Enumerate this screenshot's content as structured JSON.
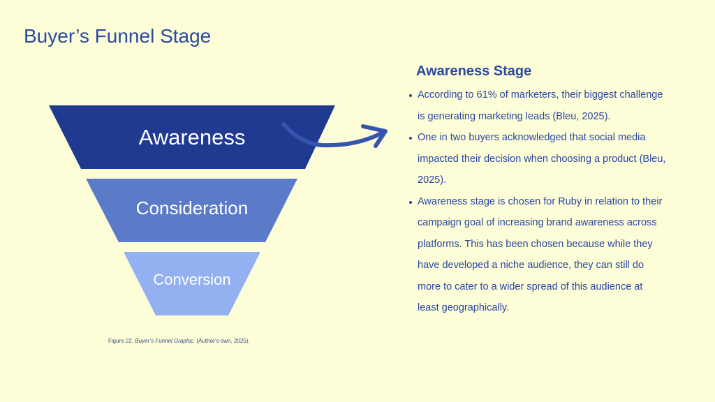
{
  "slide": {
    "title": "Buyer’s Funnel Stage",
    "funnel": {
      "stages": [
        {
          "label": "Awareness",
          "color": "#1f3a8f"
        },
        {
          "label": "Consideration",
          "color": "#5b7bc8"
        },
        {
          "label": "Conversion",
          "color": "#93b0f0"
        }
      ],
      "arrow_color": "#3554b0"
    },
    "caption": {
      "prefix": "Figure 22. ",
      "italic": "Buyer’s Funnel Graphic.",
      "suffix": " (Author’s own, 2025)."
    },
    "stage_title": "Awareness Stage",
    "bullets": [
      "According to 61% of marketers, their biggest challenge is generating marketing leads (Bleu, 2025).",
      "One in two buyers acknowledged that social media impacted their decision when choosing a product (Bleu, 2025).",
      "Awareness stage is chosen for Ruby in relation to their campaign goal of increasing brand awareness across platforms. This has been chosen because while they have developed a niche audience, they can still do more to cater to a wider spread of this audience at least geographically."
    ]
  }
}
